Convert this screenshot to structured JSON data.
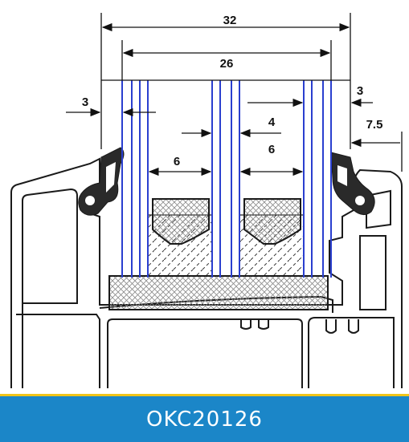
{
  "diagram": {
    "dimensions": {
      "total_width": "32",
      "glass_width": "26",
      "left_offset": "3",
      "right_offset": "3",
      "middle_pane": "4",
      "left_gap": "6",
      "right_gap": "6",
      "bead_depth": "7.5"
    },
    "colors": {
      "glass": "#2a3fcf",
      "outline": "#1a1a1a",
      "gasket": "#2a2a2a",
      "banner": "#1b86c8",
      "banner_stripe": "#f0c419"
    }
  },
  "banner": {
    "product_code": "OKC20126"
  }
}
